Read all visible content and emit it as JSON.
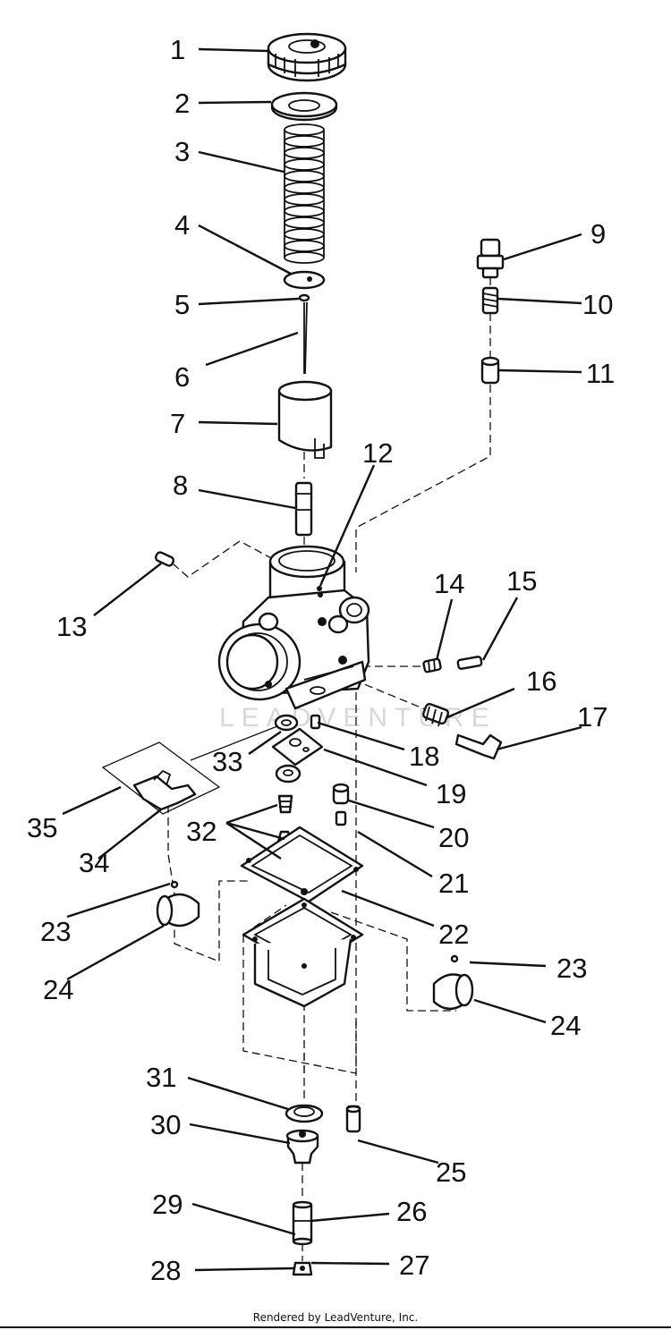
{
  "diagram": {
    "watermark": "LEADVENTURE",
    "footer": "Rendered by LeadVenture, Inc."
  },
  "callouts": [
    {
      "id": "c1",
      "text": "1"
    },
    {
      "id": "c2",
      "text": "2"
    },
    {
      "id": "c3",
      "text": "3"
    },
    {
      "id": "c4",
      "text": "4"
    },
    {
      "id": "c5",
      "text": "5"
    },
    {
      "id": "c6",
      "text": "6"
    },
    {
      "id": "c7",
      "text": "7"
    },
    {
      "id": "c8",
      "text": "8"
    },
    {
      "id": "c9",
      "text": "9"
    },
    {
      "id": "c10",
      "text": "10"
    },
    {
      "id": "c11",
      "text": "11"
    },
    {
      "id": "c12",
      "text": "12"
    },
    {
      "id": "c13",
      "text": "13"
    },
    {
      "id": "c14",
      "text": "14"
    },
    {
      "id": "c15",
      "text": "15"
    },
    {
      "id": "c16",
      "text": "16"
    },
    {
      "id": "c17",
      "text": "17"
    },
    {
      "id": "c18",
      "text": "18"
    },
    {
      "id": "c19",
      "text": "19"
    },
    {
      "id": "c20",
      "text": "20"
    },
    {
      "id": "c21",
      "text": "21"
    },
    {
      "id": "c22",
      "text": "22"
    },
    {
      "id": "c23a",
      "text": "23"
    },
    {
      "id": "c23b",
      "text": "23"
    },
    {
      "id": "c24a",
      "text": "24"
    },
    {
      "id": "c24b",
      "text": "24"
    },
    {
      "id": "c25",
      "text": "25"
    },
    {
      "id": "c26",
      "text": "26"
    },
    {
      "id": "c27",
      "text": "27"
    },
    {
      "id": "c28",
      "text": "28"
    },
    {
      "id": "c29",
      "text": "29"
    },
    {
      "id": "c30",
      "text": "30"
    },
    {
      "id": "c31",
      "text": "31"
    },
    {
      "id": "c32",
      "text": "32"
    },
    {
      "id": "c33",
      "text": "33"
    },
    {
      "id": "c34",
      "text": "34"
    },
    {
      "id": "c35",
      "text": "35"
    }
  ]
}
